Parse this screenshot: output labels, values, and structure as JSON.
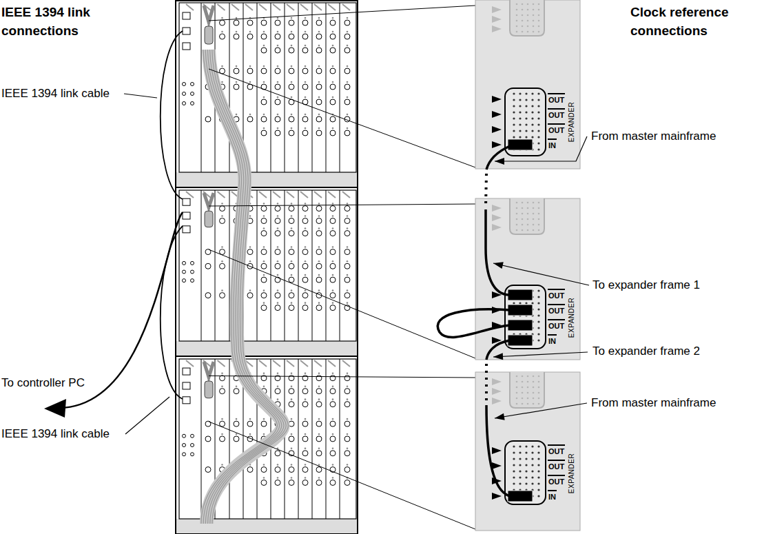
{
  "diagram": {
    "labels": [
      "IEEE 1394 link connections",
      "Clock reference connections",
      "IEEE 1394 link cable",
      "To controller PC",
      "IEEE 1394 link cable",
      "From master mainframe",
      "To expander frame 1",
      "To expander frame 2",
      "From master mainframe",
      "OUT",
      "OUT",
      "OUT",
      "IN",
      "EXPANDER",
      "OUT",
      "OUT",
      "OUT",
      "IN",
      "EXPANDER",
      "OUT",
      "OUT",
      "OUT",
      "IN",
      "EXPANDER"
    ]
  }
}
